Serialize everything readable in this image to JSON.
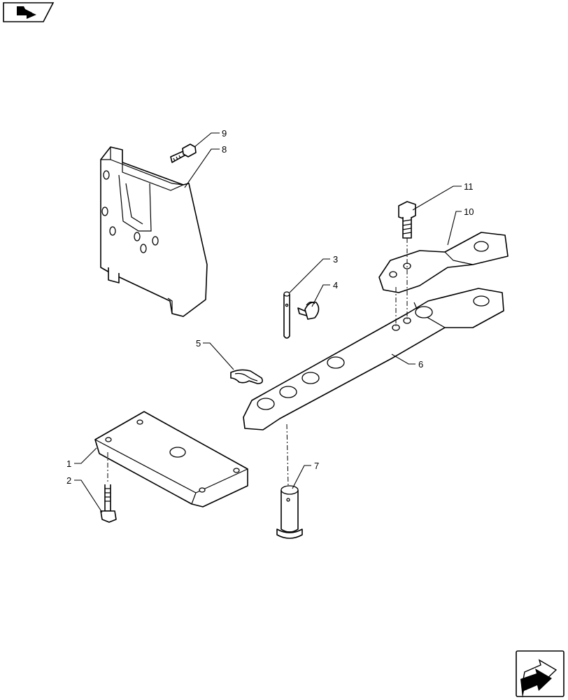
{
  "callouts": {
    "c1": "1",
    "c2": "2",
    "c3": "3",
    "c4": "4",
    "c5": "5",
    "c6": "6",
    "c7": "7",
    "c8": "8",
    "c9": "9",
    "c10": "10",
    "c11": "11"
  },
  "icons": {
    "top_left": "book-arrow-icon",
    "bottom_right": "next-page-arrow-icon"
  }
}
